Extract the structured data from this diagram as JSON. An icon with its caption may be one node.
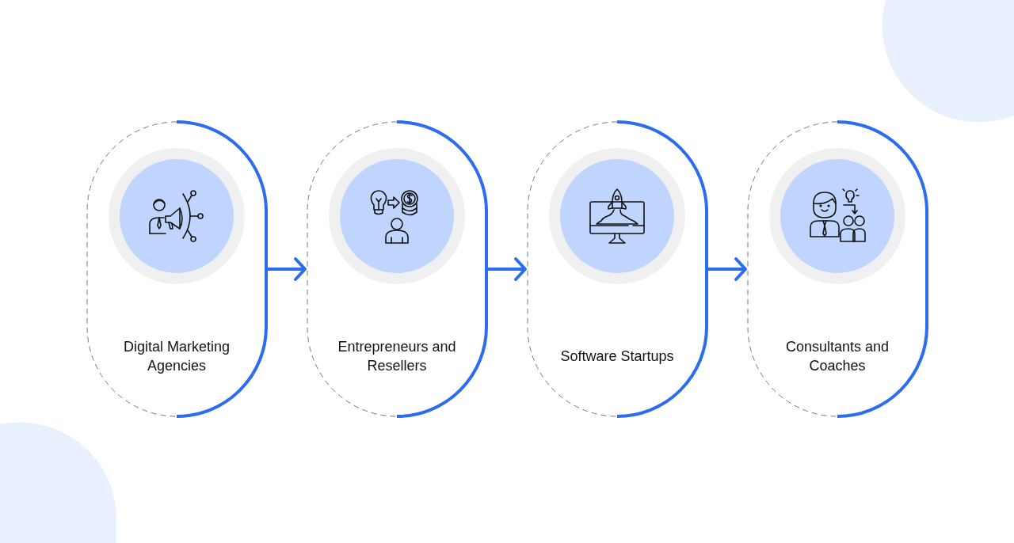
{
  "diagram": {
    "nodes": [
      {
        "text": [
          "Digital Marketing Agencies"
        ]
      },
      {
        "text": [
          "Entrepreneurs and Resellers"
        ]
      },
      {
        "text": [
          "Software Startups"
        ]
      },
      {
        "text": [
          "Consultants and Coaches"
        ]
      }
    ],
    "edges": [
      {
        "from": 0,
        "to": 1,
        "arrow": "to"
      },
      {
        "from": 1,
        "to": 2,
        "arrow": "to"
      },
      {
        "from": 2,
        "to": 3,
        "arrow": "to"
      }
    ]
  }
}
